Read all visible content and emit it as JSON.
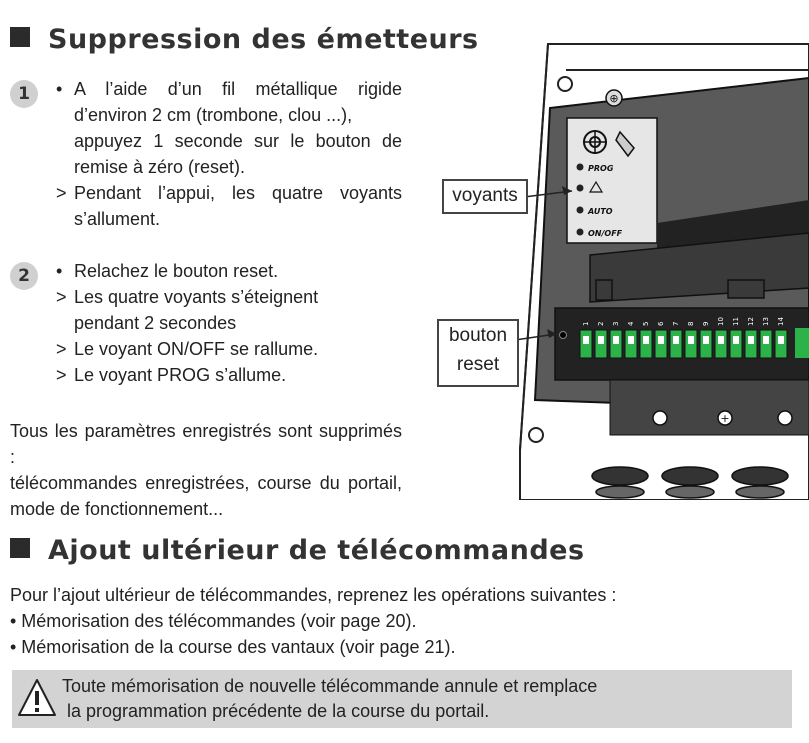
{
  "section1": {
    "title": "Suppression des émetteurs",
    "step1": {
      "number": "1",
      "lines": [
        {
          "marker": "•",
          "text": "A l’aide d’un fil métallique rigide"
        },
        {
          "marker": "",
          "text": "d’environ 2 cm (trombone, clou ...),"
        },
        {
          "marker": "",
          "text": "appuyez 1 seconde sur le bouton de"
        },
        {
          "marker": "",
          "text": "remise à zéro (reset)."
        },
        {
          "marker": ">",
          "text": "Pendant l’appui, les quatre voyants"
        },
        {
          "marker": "",
          "text": "s’allument."
        }
      ]
    },
    "step2": {
      "number": "2",
      "lines": [
        {
          "marker": "•",
          "text": "Relachez le bouton reset."
        },
        {
          "marker": ">",
          "text": "Les quatre voyants s’éteignent"
        },
        {
          "marker": "",
          "text": "pendant 2 secondes"
        },
        {
          "marker": ">",
          "text": "Le voyant ON/OFF se rallume."
        },
        {
          "marker": ">",
          "text": "Le voyant PROG s’allume."
        }
      ]
    },
    "summary": [
      "Tous les paramètres enregistrés sont supprimés :",
      "télécommandes enregistrées, course du portail,",
      "mode de fonctionnement..."
    ]
  },
  "diagram": {
    "callout_voyants": "voyants",
    "callout_bouton": [
      "bouton",
      "reset"
    ],
    "leds": [
      "PROG",
      "",
      "AUTO",
      "ON/OFF"
    ],
    "terminals": [
      "1",
      "2",
      "3",
      "4",
      "5",
      "6",
      "7",
      "8",
      "9",
      "10",
      "11",
      "12",
      "13",
      "14"
    ]
  },
  "section2": {
    "title": "Ajout ultérieur de télécommandes",
    "intro": "Pour l’ajout ultérieur de télécommandes, reprenez les opérations suivantes :",
    "items": [
      "• Mémorisation des télécommandes (voir page 20).",
      "• Mémorisation de la course des vantaux (voir page 21)."
    ],
    "warning": [
      "Toute mémorisation de nouvelle télécommande annule et remplace",
      " la programmation précédente de la course du portail."
    ]
  }
}
